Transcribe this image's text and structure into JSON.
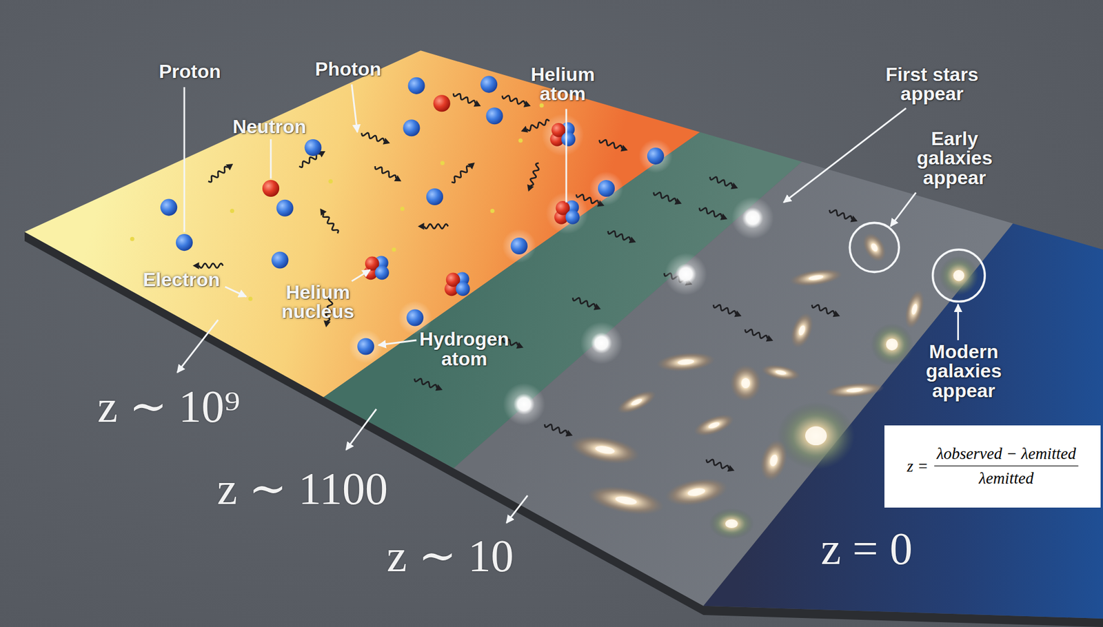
{
  "diagram": {
    "nodes": [
      {
        "text": [
          "z =",
          "λobserved − λemitted",
          "λemitted"
        ]
      }
    ],
    "labels": [
      "Proton",
      "Photon",
      "Helium atom",
      "Neutron",
      "Electron",
      "Helium nucleus",
      "Hydrogen atom",
      "First stars appear",
      "Early galaxies appear",
      "Modern galaxies appear",
      "z ∼ 10⁹",
      "z ∼ 1100",
      "z ∼ 10",
      "z = 0"
    ]
  }
}
